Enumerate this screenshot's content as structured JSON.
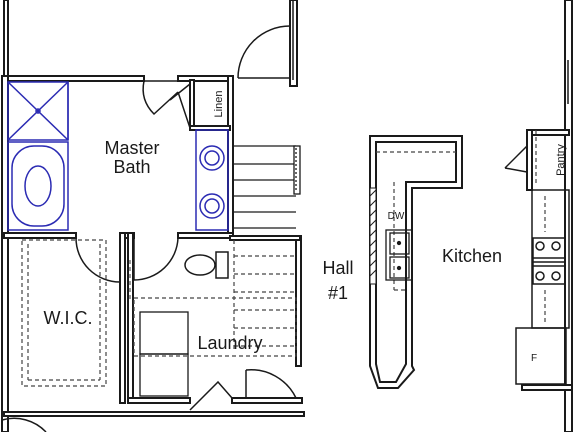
{
  "rooms": {
    "master_bath": [
      "Master",
      "Bath"
    ],
    "linen": "Linen",
    "wic": "W.I.C.",
    "laundry": "Laundry",
    "hall": [
      "Hall",
      "#1"
    ],
    "kitchen": "Kitchen",
    "pantry": "Pantry"
  },
  "fixtures": {
    "dishwasher": "DW",
    "fridge": "F"
  },
  "colors": {
    "wall": "#1a1a1a",
    "bath_fixture": "#2b2bb3",
    "dashed": "#444444"
  }
}
